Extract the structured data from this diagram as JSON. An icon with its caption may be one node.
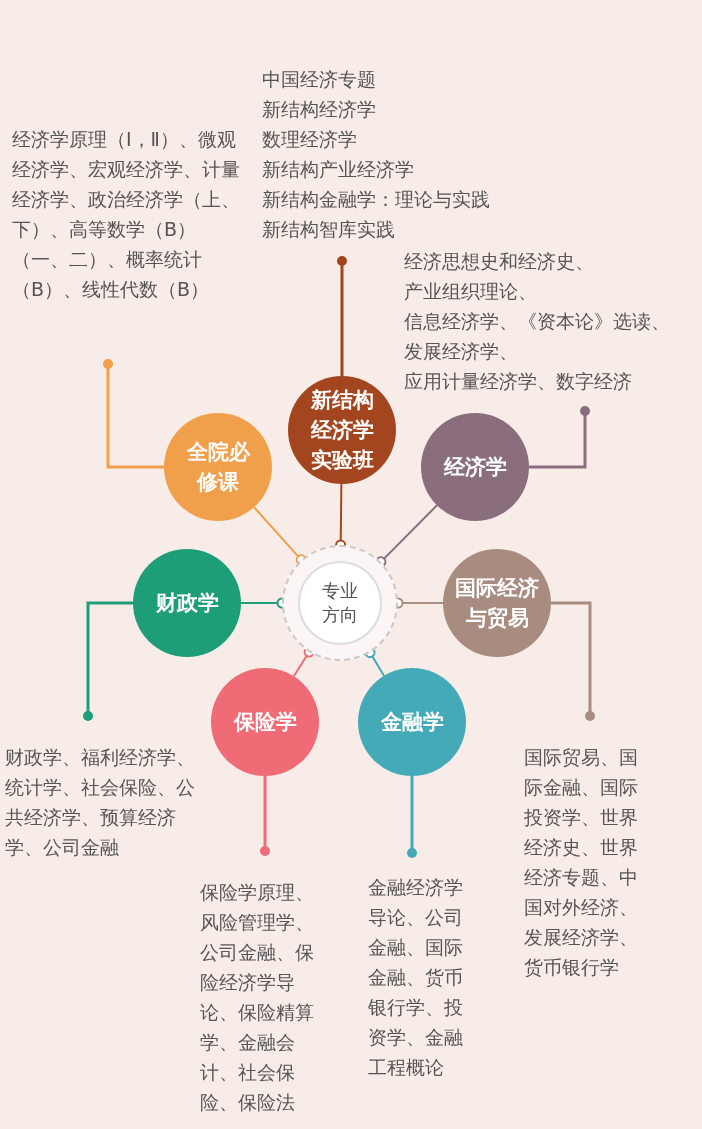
{
  "diagram": {
    "nodes": [
      {
        "text": [
          "专业方向"
        ]
      },
      {
        "text": [
          "全院必修课"
        ]
      },
      {
        "text": [
          "新结构经济学实验班"
        ]
      },
      {
        "text": [
          "经济学"
        ]
      },
      {
        "text": [
          "国际经济与贸易"
        ]
      },
      {
        "text": [
          "金融学"
        ]
      },
      {
        "text": [
          "保险学"
        ]
      },
      {
        "text": [
          "财政学"
        ]
      },
      {
        "text": [
          "经济学原理（Ⅰ，Ⅱ）、微观经济学、宏观经济学、计量经济学、政治经济学（上、下）、高等数学（B）（一、二）、概率统计（B）、线性代数（B）"
        ]
      },
      {
        "text": [
          "中国经济专题",
          "新结构经济学",
          "数理经济学",
          "新结构产业经济学",
          "新结构金融学：理论与实践",
          "新结构智库实践"
        ]
      },
      {
        "text": [
          "经济思想史和经济史、",
          "产业组织理论、",
          "信息经济学、《资本论》选读、",
          "发展经济学、",
          "应用计量经济学、数字经济"
        ]
      },
      {
        "text": [
          "国际贸易、国际金融、国际投资学、世界经济史、世界经济专题、中国对外经济、发展经济学、货币银行学"
        ]
      },
      {
        "text": [
          "金融经济学导论、公司金融、国际金融、货币银行学、投资学、金融工程概论"
        ]
      },
      {
        "text": [
          "保险学原理、风险管理学、公司金融、保险经济学导论、保险精算学、金融会计、社会保险、保险法"
        ]
      },
      {
        "text": [
          "财政学、福利经济学、统计学、社会保险、公共经济学、预算经济学、公司金融"
        ]
      }
    ],
    "edges": [
      {
        "from": 1,
        "to": 0,
        "arrow": "other",
        "color": "#f0a04b"
      },
      {
        "from": 2,
        "to": 0,
        "arrow": "other",
        "color": "#a3461f"
      },
      {
        "from": 3,
        "to": 0,
        "arrow": "other",
        "color": "#8a6e7e"
      },
      {
        "from": 4,
        "to": 0,
        "arrow": "other",
        "color": "#a88c80"
      },
      {
        "from": 5,
        "to": 0,
        "arrow": "other",
        "color": "#45aab8"
      },
      {
        "from": 6,
        "to": 0,
        "arrow": "other",
        "color": "#ef6b75"
      },
      {
        "from": 7,
        "to": 0,
        "arrow": "other",
        "color": "#1e9e78"
      },
      {
        "from": 1,
        "to": 8,
        "arrow": "other",
        "color": "#f0a04b"
      },
      {
        "from": 2,
        "to": 9,
        "arrow": "other",
        "color": "#a3461f"
      },
      {
        "from": 3,
        "to": 10,
        "arrow": "other",
        "color": "#8a6e7e"
      },
      {
        "from": 4,
        "to": 11,
        "arrow": "other",
        "color": "#a88c80"
      },
      {
        "from": 5,
        "to": 12,
        "arrow": "other",
        "color": "#45aab8"
      },
      {
        "from": 6,
        "to": 13,
        "arrow": "other",
        "color": "#ef6b75"
      },
      {
        "from": 7,
        "to": 14,
        "arrow": "other",
        "color": "#1e9e78"
      }
    ]
  }
}
